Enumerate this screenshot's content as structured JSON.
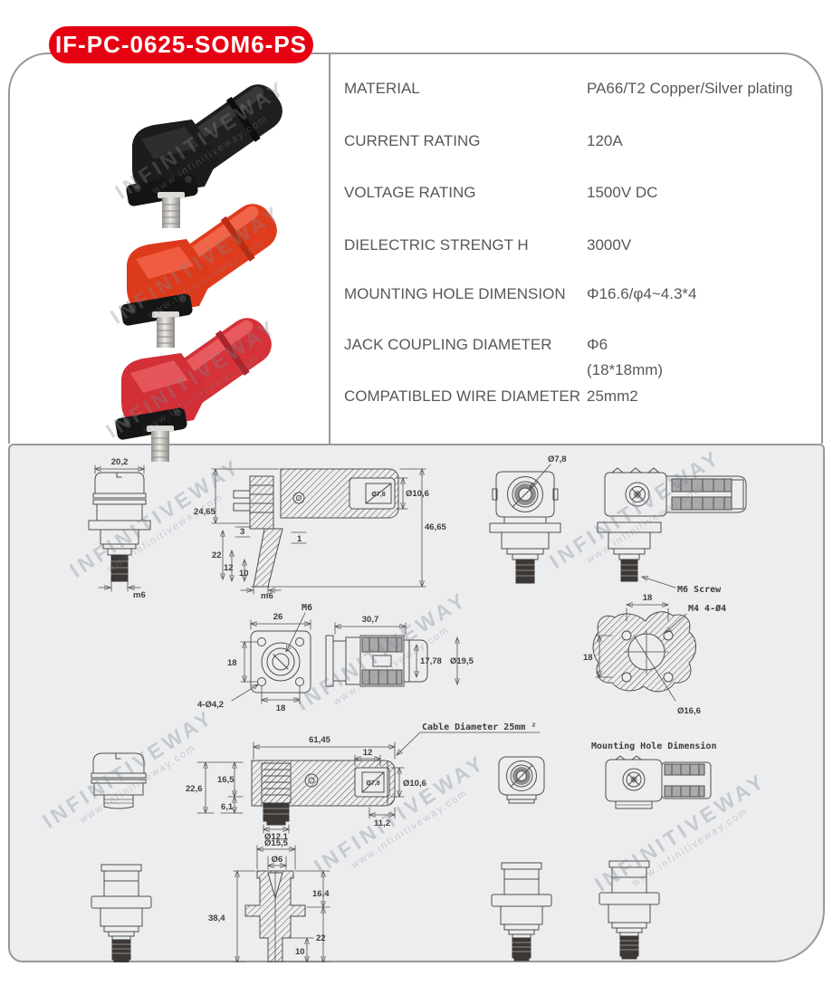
{
  "page": {
    "model_badge": "IF-PC-0625-SOM6-PS"
  },
  "watermark": {
    "brand": "INFINITIVEWAY",
    "url": "www.infinitiveway.com"
  },
  "specs": [
    {
      "label": "MATERIAL",
      "value": "PA66/T2 Copper/Silver plating"
    },
    {
      "label": "CURRENT RATING",
      "value": "120A"
    },
    {
      "label": "VOLTAGE RATING",
      "value": "1500V DC"
    },
    {
      "label": "DIELECTRIC STRENGT H",
      "value": "3000V"
    },
    {
      "label": "MOUNTING HOLE DIMENSION",
      "value": "Φ16.6/φ4~4.3*4"
    },
    {
      "label": "JACK COUPLING DIAMETER",
      "value": "Φ6",
      "value_note": "(18*18mm)"
    },
    {
      "label": "COMPATIBLED WIRE DIAMETER",
      "value": "25mm2"
    }
  ],
  "drawings": {
    "captions": {
      "m6_screw": "M6 Screw",
      "m4_holes": "M4 4-Ø4",
      "m6_thread": "M6",
      "cable_diameter": "Cable Diameter 25mm ²",
      "mounting_hole": "Mounting Hole Dimension"
    },
    "dims": {
      "front_width": "20,2",
      "front_thread": "m6",
      "sec_height": "24,65",
      "sec_3": "3",
      "sec_22": "22",
      "sec_12": "12",
      "sec_10": "10",
      "sec_1": "1",
      "sec_thread": "m6",
      "sec_bore": "Ø7,8",
      "sec_outer": "Ø10,6",
      "sec_len": "46,65",
      "face_bore": "Ø7,8",
      "flange_w": "26",
      "flange_h": "18",
      "flange_holes": "4-Ø4,2",
      "flange_pitch": "18",
      "mate_len": "30,7",
      "mate_h": "17,78",
      "mate_dia": "Ø19,5",
      "hole_pitch_x": "18",
      "hole_pitch_y": "18",
      "hole_center": "Ø16,6",
      "mid_len": "61,45",
      "mid_12": "12",
      "mid_bore": "Ø7,8",
      "mid_outer": "Ø10,6",
      "mid_h": "22,6",
      "mid_165": "16,5",
      "mid_61": "6,1",
      "mid_stud": "Ø12,1",
      "mid_112": "11,2",
      "bot_d155": "Ø15,5",
      "bot_d6": "Ø6",
      "bot_164": "16,4",
      "bot_384": "38,4",
      "bot_22": "22",
      "bot_10": "10"
    }
  }
}
